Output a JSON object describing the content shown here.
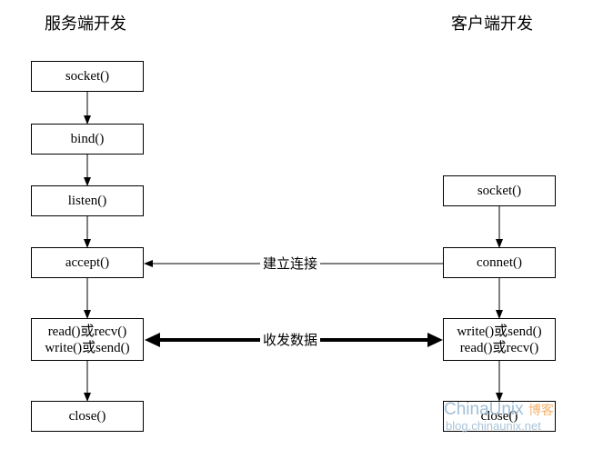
{
  "titles": {
    "server": "服务端开发",
    "client": "客户端开发"
  },
  "server_steps": {
    "socket": "socket()",
    "bind": "bind()",
    "listen": "listen()",
    "accept": "accept()",
    "read": "read()或recv()",
    "write": "write()或send()",
    "close": "close()"
  },
  "client_steps": {
    "socket": "socket()",
    "connect": "connet()",
    "write": "write()或send()",
    "read": "read()或recv()",
    "close": "close()"
  },
  "edges": {
    "connection": "建立连接",
    "data_exchange": "收发数据"
  },
  "watermark": {
    "brand": "ChinaUnix",
    "brand_suffix": "博客",
    "url": "blog.chinaunix.net"
  }
}
